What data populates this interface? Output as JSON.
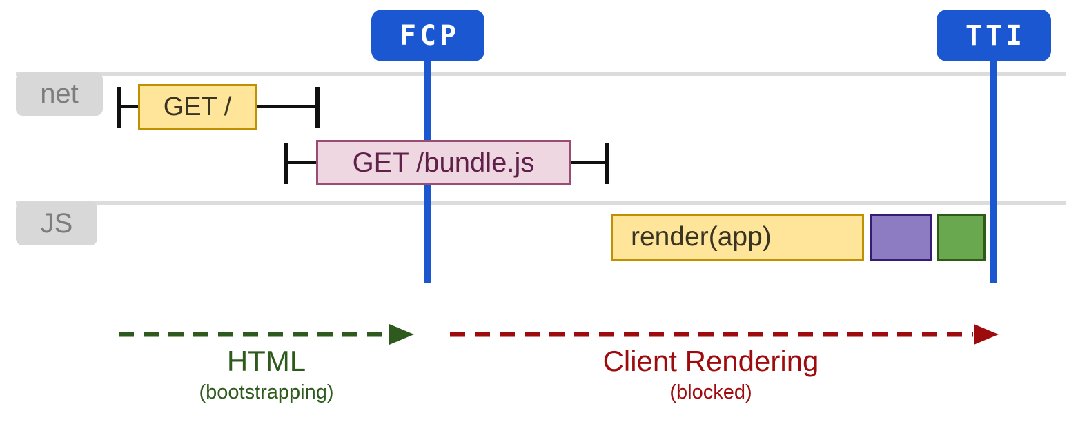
{
  "markers": {
    "fcp": {
      "label": "FCP"
    },
    "tti": {
      "label": "TTI"
    }
  },
  "lanes": {
    "net": {
      "label": "net"
    },
    "js": {
      "label": "JS"
    }
  },
  "tasks": {
    "get_root": {
      "label": "GET /",
      "lane": "net",
      "fill": "#ffe599",
      "border": "#bf9000"
    },
    "get_bundle": {
      "label": "GET /bundle.js",
      "lane": "net",
      "fill": "#efd7e2",
      "border": "#9a4d72"
    },
    "render_app": {
      "label": "render(app)",
      "lane": "js",
      "fill": "#ffe599",
      "border": "#bf9000"
    },
    "purple_task": {
      "label": "",
      "lane": "js",
      "fill": "#8e7cc3",
      "border": "#351c75"
    },
    "green_task": {
      "label": "",
      "lane": "js",
      "fill": "#6aa84f",
      "border": "#2d5c16"
    }
  },
  "phases": {
    "html": {
      "title": "HTML",
      "subtitle": "(bootstrapping)",
      "color": "#2e5b1d"
    },
    "client_rendering": {
      "title": "Client Rendering",
      "subtitle": "(blocked)",
      "color": "#9e0b0d"
    }
  },
  "colors": {
    "marker_blue": "#1b57d0",
    "lane_gray": "#dcdcdc",
    "label_gray": "#d8d8d8",
    "whisker_black": "#101010"
  }
}
